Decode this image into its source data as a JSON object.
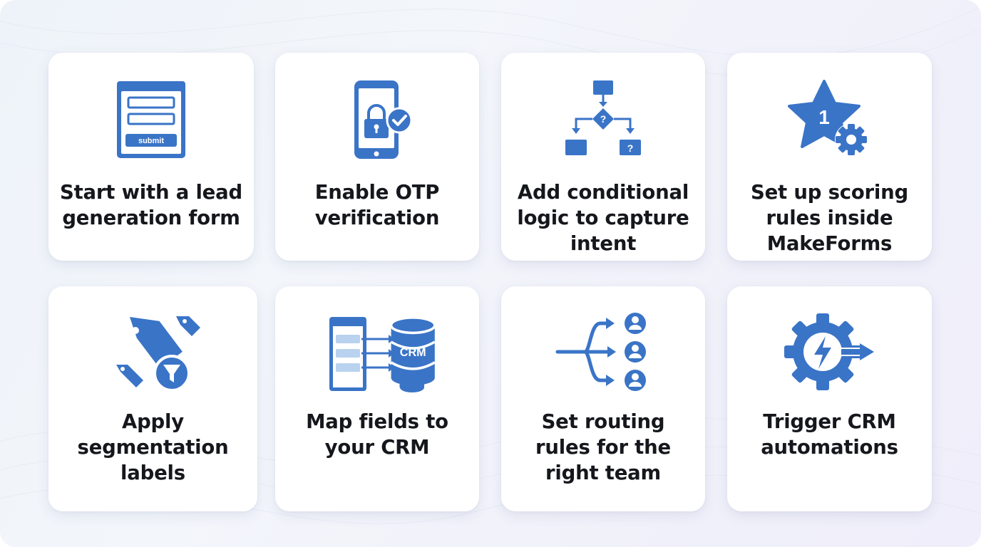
{
  "colors": {
    "accent": "#3a74c7",
    "accent_light": "#b8d2ef",
    "text": "#15171c"
  },
  "cards": [
    {
      "id": "lead-form",
      "icon": "form-icon",
      "icon_text": "submit",
      "lines": [
        "Start with a lead",
        "generation form"
      ]
    },
    {
      "id": "otp",
      "icon": "phone-lock-icon",
      "lines": [
        "Enable OTP",
        "verification"
      ]
    },
    {
      "id": "conditional-logic",
      "icon": "flowchart-icon",
      "icon_text": "?",
      "lines": [
        "Add conditional",
        "logic to capture",
        "intent"
      ]
    },
    {
      "id": "scoring",
      "icon": "star-gear-icon",
      "icon_text": "1",
      "lines": [
        "Set up scoring",
        "rules inside",
        "MakeForms"
      ]
    },
    {
      "id": "segmentation",
      "icon": "tags-filter-icon",
      "lines": [
        "Apply",
        "segmentation",
        "labels"
      ]
    },
    {
      "id": "map-fields",
      "icon": "fields-crm-icon",
      "icon_text": "CRM",
      "lines": [
        "Map fields to",
        "your CRM"
      ]
    },
    {
      "id": "routing",
      "icon": "routing-users-icon",
      "lines": [
        "Set routing",
        "rules for the",
        "right team"
      ]
    },
    {
      "id": "automations",
      "icon": "gear-bolt-icon",
      "lines": [
        "Trigger CRM",
        "automations"
      ]
    }
  ]
}
